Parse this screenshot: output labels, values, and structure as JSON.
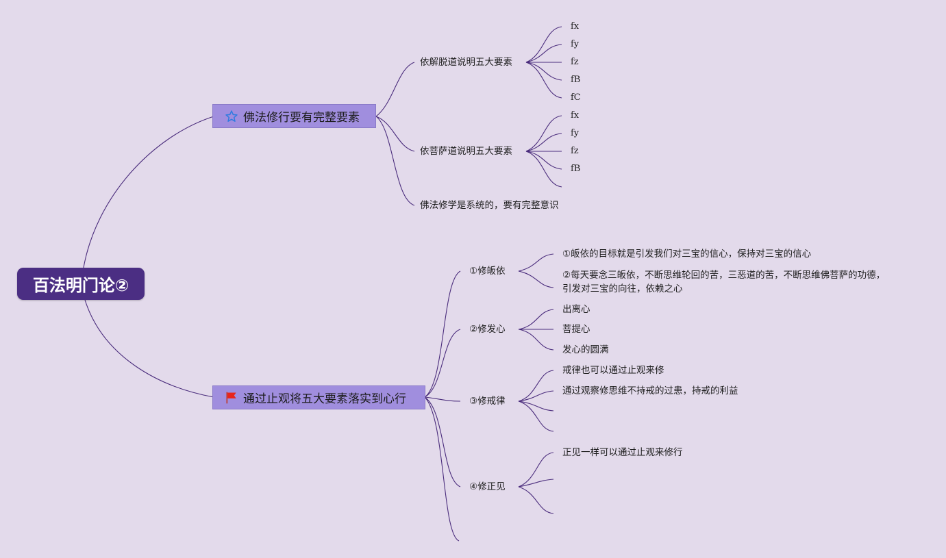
{
  "root": {
    "title": "百法明门论②"
  },
  "branch1": {
    "label": "佛法修行要有完整要素",
    "icon": "star-outline-icon",
    "children": [
      {
        "label": "依解脱道说明五大要素",
        "items": [
          "fx",
          "fy",
          "fz",
          "fB",
          "fC"
        ]
      },
      {
        "label": "依菩萨道说明五大要素",
        "items": [
          "fx",
          "fy",
          "fz",
          "fB",
          ""
        ]
      },
      {
        "label": "佛法修学是系统的，要有完整意识"
      }
    ]
  },
  "branch2": {
    "label": "通过止观将五大要素落实到心行",
    "icon": "red-flag-icon",
    "children": [
      {
        "label": "①修皈依",
        "items": [
          "①皈依的目标就是引发我们对三宝的信心，保持对三宝的信心",
          "②每天要念三皈依，不断思维轮回的苦，三恶道的苦，不断思维佛菩萨的功德，",
          "引发对三宝的向往，依赖之心"
        ]
      },
      {
        "label": "②修发心",
        "items": [
          "出离心",
          "菩提心",
          "发心的圆满"
        ]
      },
      {
        "label": "③修戒律",
        "items": [
          "戒律也可以通过止观来修",
          "通过观察修思维不持戒的过患，持戒的利益",
          "",
          ""
        ]
      },
      {
        "label": "④修正见",
        "items": [
          "正见一样可以通过止观来修行",
          "",
          ""
        ]
      },
      {
        "label": ""
      }
    ]
  },
  "colors": {
    "background": "#e3daeb",
    "root": "#4b2e83",
    "mainNode": "#a08ede",
    "edge": "#4a2c7c"
  }
}
